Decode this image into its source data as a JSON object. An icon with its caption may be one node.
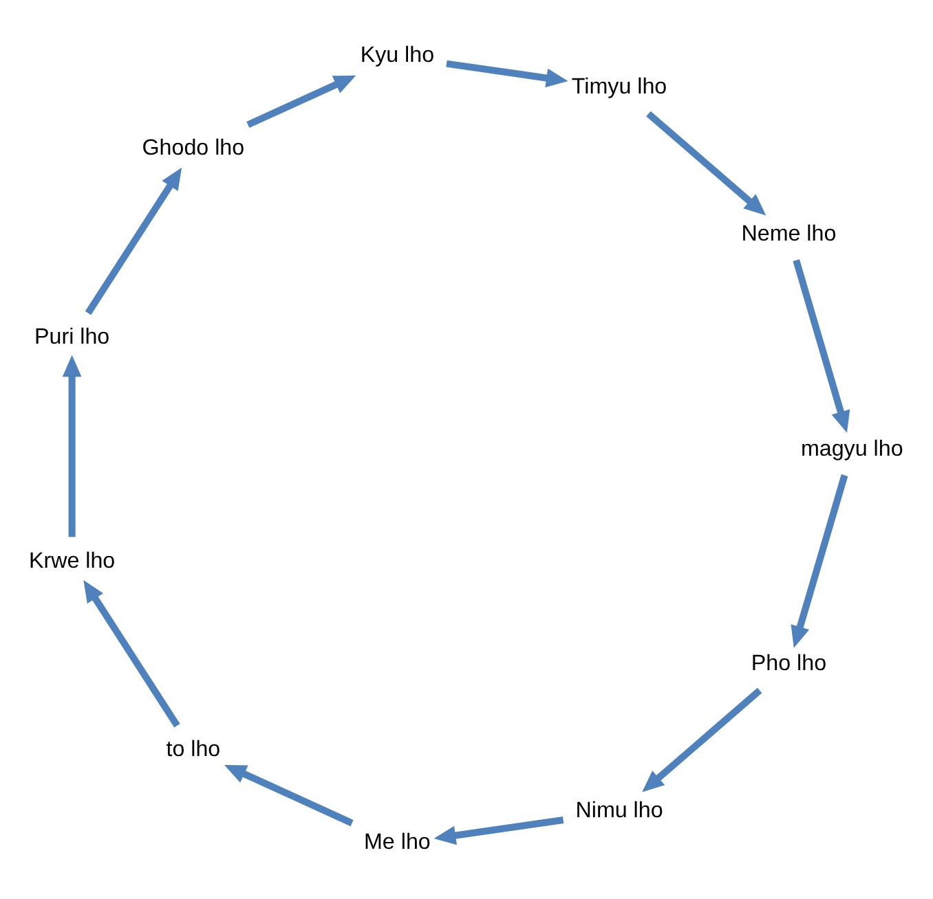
{
  "diagram": {
    "nodes": [
      {
        "text": [
          "Pho lho"
        ]
      },
      {
        "text": [
          "Nimu lho"
        ]
      },
      {
        "text": [
          "Me lho"
        ]
      },
      {
        "text": [
          "to lho"
        ]
      },
      {
        "text": [
          "Krwe lho"
        ]
      },
      {
        "text": [
          "Puri lho"
        ]
      },
      {
        "text": [
          "Ghodo lho"
        ]
      },
      {
        "text": [
          "Kyu lho"
        ]
      },
      {
        "text": [
          "Timyu lho"
        ]
      },
      {
        "text": [
          "Neme lho"
        ]
      },
      {
        "text": [
          "magyu lho"
        ]
      }
    ],
    "edges": [
      {
        "from": 0,
        "to": 1,
        "arrow": "to"
      },
      {
        "from": 1,
        "to": 2,
        "arrow": "to"
      },
      {
        "from": 2,
        "to": 3,
        "arrow": "to"
      },
      {
        "from": 3,
        "to": 4,
        "arrow": "to"
      },
      {
        "from": 4,
        "to": 5,
        "arrow": "to"
      },
      {
        "from": 5,
        "to": 6,
        "arrow": "to"
      },
      {
        "from": 6,
        "to": 7,
        "arrow": "to"
      },
      {
        "from": 7,
        "to": 8,
        "arrow": "to"
      },
      {
        "from": 8,
        "to": 9,
        "arrow": "to"
      },
      {
        "from": 9,
        "to": 10,
        "arrow": "to"
      },
      {
        "from": 10,
        "to": 0,
        "arrow": "to"
      }
    ]
  }
}
